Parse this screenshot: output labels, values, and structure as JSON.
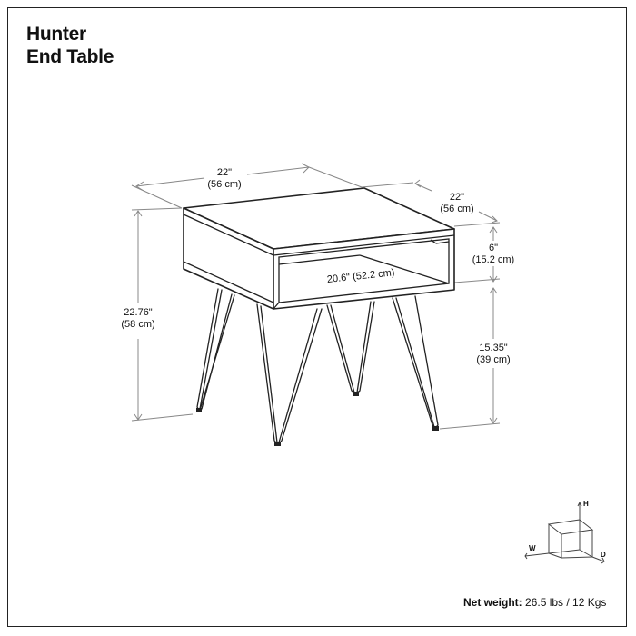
{
  "product": {
    "title_line1": "Hunter",
    "title_line2": "End Table"
  },
  "dimensions": {
    "width": {
      "imperial": "22\"",
      "metric": "(56 cm)"
    },
    "depth": {
      "imperial": "22\"",
      "metric": "(56 cm)"
    },
    "height_total": {
      "imperial": "22.76\"",
      "metric": "(58 cm)"
    },
    "shelf_height": {
      "imperial": "6\"",
      "metric": "(15.2 cm)"
    },
    "leg_height": {
      "imperial": "15.35\"",
      "metric": "(39 cm)"
    },
    "inner_width": "20.6\" (52.2 cm)"
  },
  "axis_legend": {
    "h": "H",
    "w": "W",
    "d": "D"
  },
  "footer": {
    "weight_label": "Net weight:",
    "weight_value": " 26.5 lbs / 12 Kgs"
  }
}
